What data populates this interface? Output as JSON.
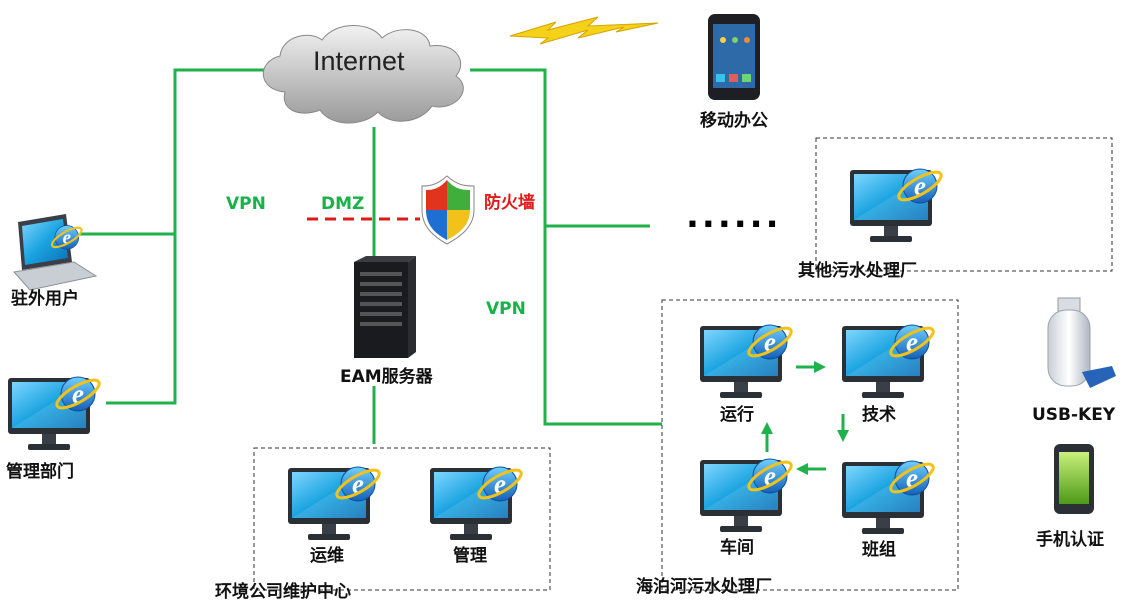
{
  "cloud": {
    "label": "Internet"
  },
  "labels": {
    "vpn_left": "VPN",
    "dmz": "DMZ",
    "firewall": "防火墙",
    "vpn_right": "VPN",
    "mobile_office": "移动办公",
    "remote_user": "驻外用户",
    "management_dept": "管理部门",
    "eam_server": "EAM服务器",
    "other_plants": "其他污水处理厂",
    "usb_key": "USB-KEY",
    "phone_auth": "手机认证",
    "ellipsis": "......"
  },
  "maintenance_center": {
    "title": "环境公司维护中心",
    "nodes": [
      "运维",
      "管理"
    ]
  },
  "haibo_plant": {
    "title": "海泊河污水处理厂",
    "nodes": [
      "运行",
      "技术",
      "车间",
      "班组"
    ]
  },
  "colors": {
    "link": "#1fb24a",
    "dmz": "#e01818",
    "monitor_screen": "#1aa3e0",
    "lightning": "#f5d21a"
  }
}
